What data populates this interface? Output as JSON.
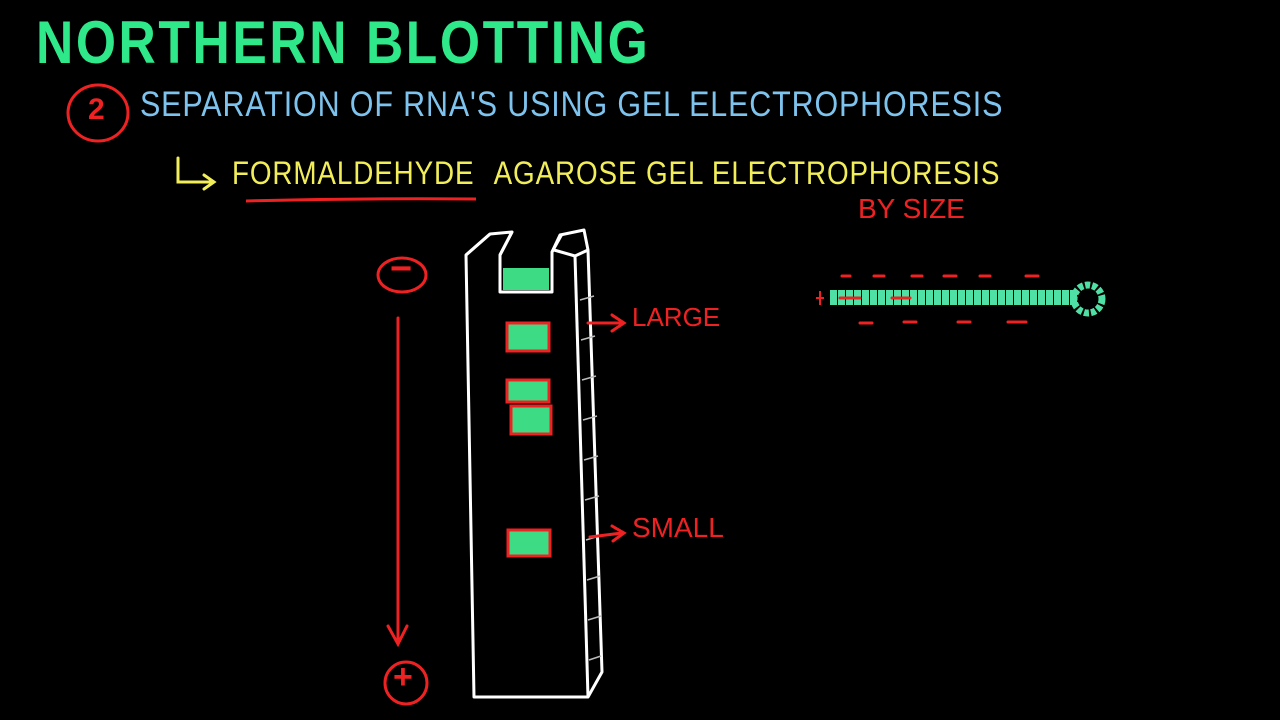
{
  "title": "NORTHERN BLOTTING",
  "step": {
    "number": "2",
    "heading": "Separation of RNA's Using Gel Electrophoresis"
  },
  "method": {
    "chemical": "Formaldehyde",
    "rest": "Agarose Gel Electrophoresis",
    "qualifier": "By Size"
  },
  "gel": {
    "negative_label": "−",
    "positive_label": "+",
    "large_label": "Large",
    "small_label": "Small",
    "band_count": 4
  },
  "colors": {
    "background": "#000000",
    "title": "#2ee88a",
    "heading": "#7ec3ee",
    "method": "#f2ee5a",
    "annotation": "#ee2222",
    "gel_outline": "#ffffff",
    "band_fill": "#3ddc84",
    "rna": "#4fe0a5"
  },
  "icons": [
    "right-arrow-icon",
    "down-arrow-icon",
    "rna-hairpin-icon"
  ]
}
